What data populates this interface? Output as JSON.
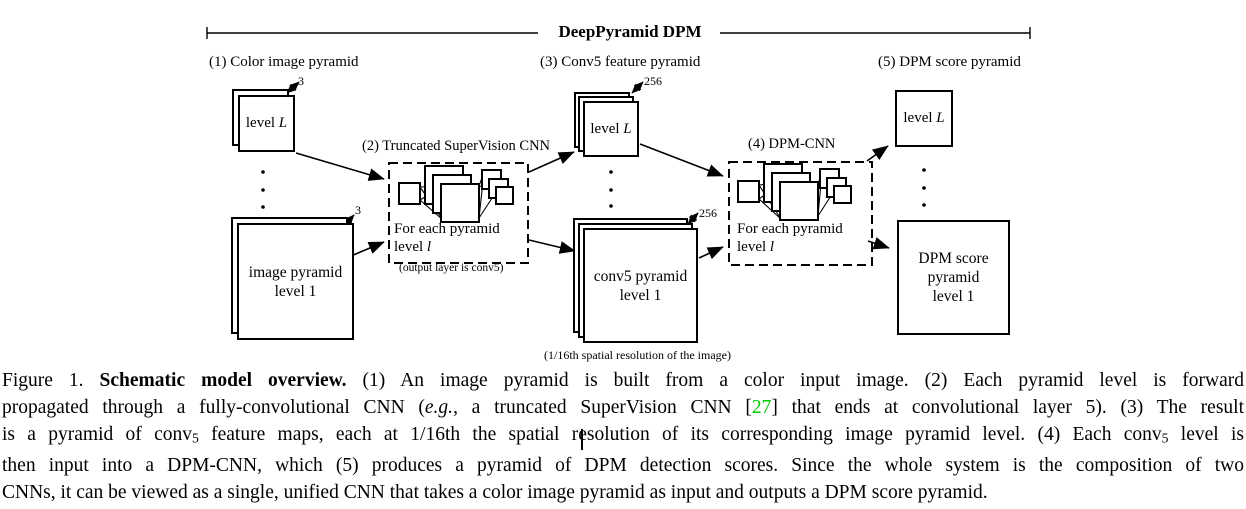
{
  "figure": {
    "title": "DeepPyramid DPM",
    "stage_labels": {
      "stage1": "(1) Color image pyramid",
      "stage3": "(3) Conv5 feature pyramid",
      "stage5": "(5) DPM score pyramid"
    },
    "image_pyramid": {
      "top_box_prefix": "level ",
      "top_box_var": "L",
      "top_channels": "3",
      "bottom_box_line1": "image pyramid",
      "bottom_box_line2": "level 1",
      "bottom_channels": "3"
    },
    "supervision_cnn": {
      "label": "(2) Truncated SuperVision CNN",
      "body_line1": "For each pyramid",
      "body_line2_prefix": "level ",
      "body_line2_var": "l",
      "footnote": "(output layer is conv5)"
    },
    "conv5_pyramid": {
      "top_box_prefix": "level ",
      "top_box_var": "L",
      "top_channels": "256",
      "bottom_box_line1": "conv5 pyramid",
      "bottom_box_line2": "level 1",
      "bottom_channels": "256",
      "footnote": "(1/16th spatial resolution of the image)"
    },
    "dpm_cnn": {
      "label": "(4) DPM-CNN",
      "body_line1": "For each pyramid",
      "body_line2_prefix": "level ",
      "body_line2_var": "l"
    },
    "score_pyramid": {
      "top_box_prefix": "level ",
      "top_box_var": "L",
      "bottom_box_line1": "DPM score",
      "bottom_box_line2": "pyramid",
      "bottom_box_line3": "level 1"
    }
  },
  "caption": {
    "lines": [
      [
        {
          "text": "Figure 1. ",
          "style": ""
        },
        {
          "text": "Schematic model overview.",
          "style": "bold"
        },
        {
          "text": " (1) An image pyramid is built from a color input image. (2) Each pyramid level is forward",
          "style": ""
        }
      ],
      [
        {
          "text": "propagated through a fully-convolutional CNN (",
          "style": ""
        },
        {
          "text": "e.g.",
          "style": "italic"
        },
        {
          "text": ", a truncated SuperVision CNN [",
          "style": ""
        },
        {
          "text": "27",
          "style": "cite"
        },
        {
          "text": "] that ends at convolutional layer 5). (3) The result",
          "style": ""
        }
      ],
      [
        {
          "text": "is a pyramid of conv",
          "style": ""
        },
        {
          "text": "5",
          "style": "sub"
        },
        {
          "text": " feature maps, each at 1/16th the spatial resolution of its corresponding image pyramid level. (4) Each conv",
          "style": ""
        },
        {
          "text": "5",
          "style": "sub"
        },
        {
          "text": " level is",
          "style": ""
        }
      ],
      [
        {
          "text": "then input into a DPM-CNN, which (5) produces a pyramid of DPM detection scores. Since the whole system is the composition of two",
          "style": ""
        }
      ],
      [
        {
          "text": "CNNs, it can be viewed as a single, unified CNN that takes a color image pyramid as input and outputs a DPM score pyramid.",
          "style": ""
        }
      ]
    ]
  },
  "colors": {
    "ink": "#000000",
    "citation_green": "#00cc00",
    "background": "#ffffff"
  }
}
